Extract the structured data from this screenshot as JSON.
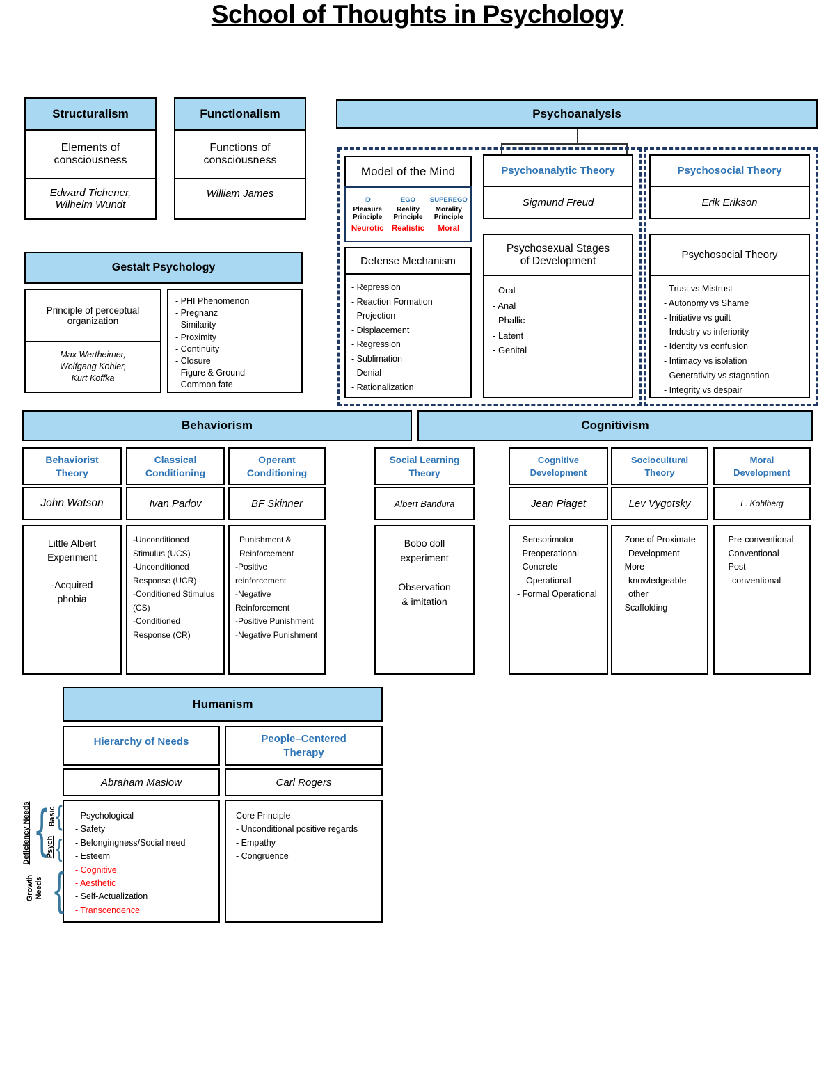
{
  "title": "School of Thoughts in Psychology",
  "colors": {
    "header_fill": "#A9D9F2",
    "accent_blue": "#2E74B5",
    "red_text": "#FF0000",
    "outline_navy": "#1F3864",
    "brace_blue": "#39799F"
  },
  "structuralism": {
    "header": "Structuralism",
    "description": "Elements of\nconsciousness",
    "people": "Edward Tichener,\nWilhelm Wundt"
  },
  "functionalism": {
    "header": "Functionalism",
    "description": "Functions of\nconsciousness",
    "people": "William James"
  },
  "psychoanalysis": {
    "header": "Psychoanalysis",
    "model_of_mind": {
      "title": "Model of the Mind",
      "columns": [
        {
          "name": "ID",
          "principle": "Pleasure\nPrinciple",
          "orientation": "Neurotic"
        },
        {
          "name": "EGO",
          "principle": "Reality\nPrinciple",
          "orientation": "Realistic"
        },
        {
          "name": "SUPEREGO",
          "principle": "Morality\nPrinciple",
          "orientation": "Moral"
        }
      ]
    },
    "defense_mechanism": {
      "title": "Defense Mechanism",
      "items": [
        "- Repression",
        "- Reaction Formation",
        "- Projection",
        "- Displacement",
        "- Regression",
        "- Sublimation",
        "- Denial",
        "- Rationalization"
      ]
    },
    "psychoanalytic": {
      "title": "Psychoanalytic Theory",
      "person": "Sigmund Freud",
      "stages_title": "Psychosexual Stages\nof Development",
      "stages": [
        "- Oral",
        "- Anal",
        "- Phallic",
        "- Latent",
        "- Genital"
      ]
    },
    "psychosocial": {
      "title": "Psychosocial Theory",
      "person": "Erik Erikson",
      "stages_title": "Psychosocial Theory",
      "stages": [
        "- Trust vs Mistrust",
        "- Autonomy vs Shame",
        "- Initiative vs guilt",
        "- Industry vs inferiority",
        "- Identity vs confusion",
        "- Intimacy vs isolation",
        "- Generativity vs stagnation",
        "- Integrity vs despair"
      ]
    }
  },
  "gestalt": {
    "header": "Gestalt Psychology",
    "description": "Principle of perceptual\norganization",
    "people": "Max Wertheimer,\nWolfgang Kohler,\nKurt Koffka",
    "principles": [
      "- PHI Phenomenon",
      "- Pregnanz",
      "- Similarity",
      "- Proximity",
      "- Continuity",
      "- Closure",
      "- Figure & Ground",
      "- Common fate"
    ]
  },
  "behaviorism": {
    "header": "Behaviorism",
    "behaviorist": {
      "title": "Behaviorist\nTheory",
      "person": "John Watson",
      "content": "Little Albert\nExperiment\n\n-Acquired\nphobia"
    },
    "classical": {
      "title": "Classical\nConditioning",
      "person": "Ivan Parlov",
      "items": [
        "-Unconditioned Stimulus (UCS)",
        "-Unconditioned Response (UCR)",
        "-Conditioned Stimulus (CS)",
        "-Conditioned Response (CR)"
      ]
    },
    "operant": {
      "title": "Operant\nConditioning",
      "person": "BF Skinner",
      "items": [
        "Punishment & Reinforcement",
        "-Positive reinforcement",
        "-Negative Reinforcement",
        "-Positive Punishment",
        "-Negative Punishment"
      ]
    },
    "social_learning": {
      "title": "Social Learning\nTheory",
      "person": "Albert Bandura",
      "content": "Bobo doll\nexperiment\n\nObservation\n& imitation"
    }
  },
  "cognitivism": {
    "header": "Cognitivism",
    "cognitive": {
      "title": "Cognitive\nDevelopment",
      "person": "Jean Piaget",
      "items": [
        "- Sensorimotor",
        "- Preoperational",
        "- Concrete Operational",
        "- Formal Operational"
      ]
    },
    "sociocultural": {
      "title": "Sociocultural\nTheory",
      "person": "Lev Vygotsky",
      "items": [
        "- Zone of Proximate Development",
        "- More knowledgeable other",
        "- Scaffolding"
      ]
    },
    "moral": {
      "title": "Moral\nDevelopment",
      "person": "L. Kohlberg",
      "items": [
        "- Pre-conventional",
        "- Conventional",
        "- Post - conventional"
      ]
    }
  },
  "humanism": {
    "header": "Humanism",
    "hierarchy": {
      "title": "Hierarchy of Needs",
      "person": "Abraham Maslow",
      "items": [
        {
          "text": "- Psychological"
        },
        {
          "text": "- Safety"
        },
        {
          "text": "- Belongingness/Social need"
        },
        {
          "text": "- Esteem"
        },
        {
          "text": "- Cognitive",
          "red": true
        },
        {
          "text": "- Aesthetic",
          "red": true
        },
        {
          "text": "- Self-Actualization"
        },
        {
          "text": "- Transcendence",
          "red": true
        }
      ]
    },
    "therapy": {
      "title": "People–Centered\nTherapy",
      "person": "Carl Rogers",
      "items": [
        "Core Principle",
        "- Unconditional positive regards",
        "- Empathy",
        "- Congruence"
      ]
    }
  },
  "side_labels": {
    "deficiency": "Deficiency Needs",
    "basic": "Basic",
    "psych": "Psych",
    "growth": "Growth\nNeeds"
  }
}
